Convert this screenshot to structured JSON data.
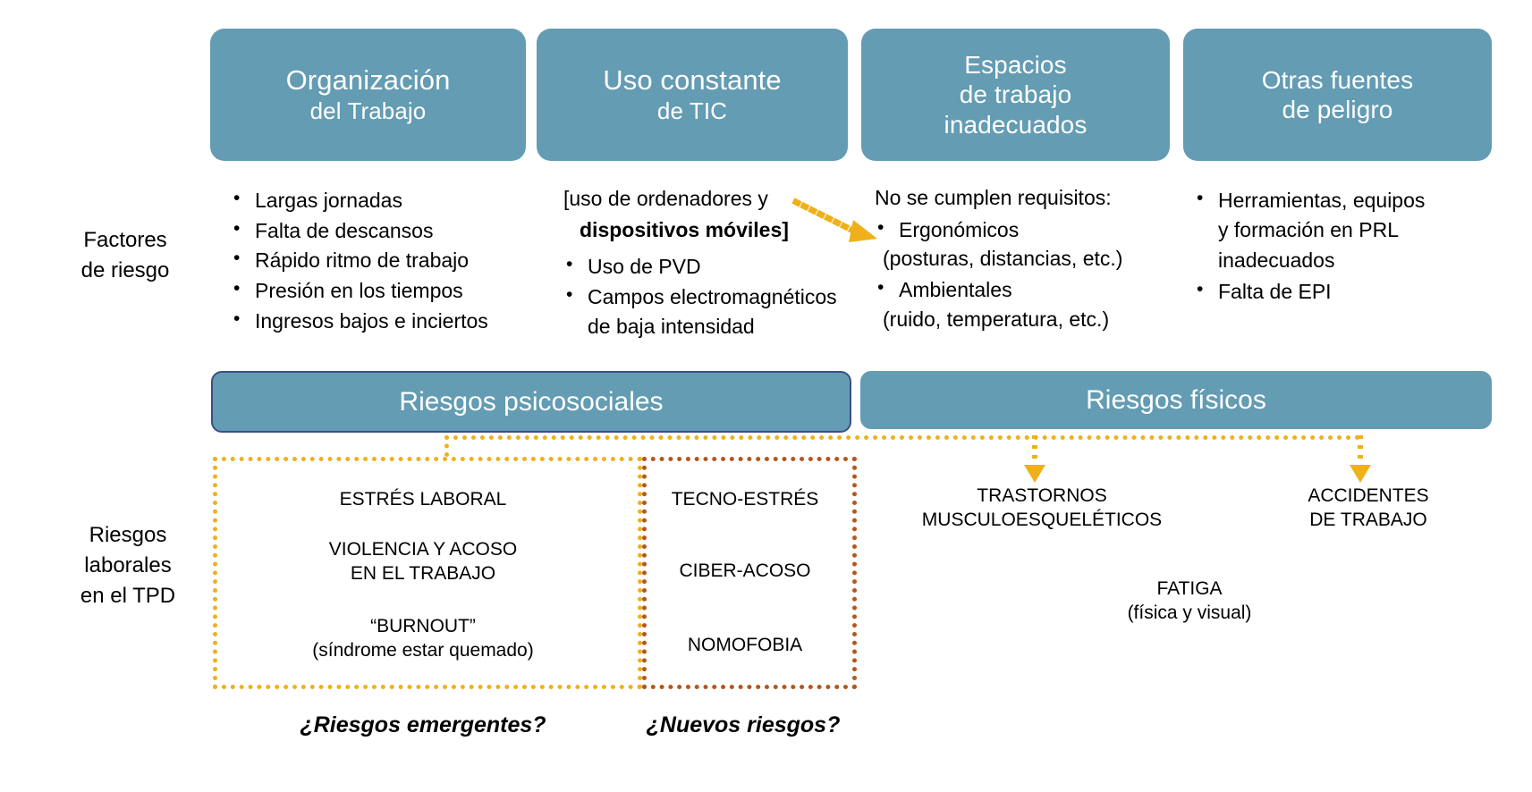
{
  "diagram": {
    "title_hidden": "Riesgos laborales en el Trabajo a Distancia",
    "colors": {
      "box_fill": "#639cb3",
      "box_border_navy": "#3b4f86",
      "dotted_yellow": "#eeb11c",
      "dotted_brown": "#b5561d",
      "text_dark": "#000000",
      "text_light": "#ffffff"
    }
  },
  "row_labels": {
    "factors": "Factores\nde riesgo",
    "factors_line1": "Factores",
    "factors_line2": "de riesgo",
    "risks_line1": "Riesgos",
    "risks_line2": "laborales",
    "risks_line3": "en el TPD"
  },
  "categories": [
    {
      "id": "organizacion-del-trabajo",
      "line1": "Organización",
      "line2": "del Trabajo",
      "line3": ""
    },
    {
      "id": "uso-constante-de-tic",
      "line1": "Uso constante",
      "line2": "de TIC",
      "line3": ""
    },
    {
      "id": "espacios-de-trabajo-inadecuados",
      "line1": "Espacios",
      "line2": "de trabajo",
      "line3": "inadecuados"
    },
    {
      "id": "otras-fuentes-de-peligro",
      "line1": "Otras fuentes",
      "line2": "de peligro",
      "line3": ""
    }
  ],
  "factor_columns": {
    "organizacion": {
      "bullets": [
        "Largas jornadas",
        "Falta de descansos",
        "Rápido ritmo de trabajo",
        "Presión en los tiempos",
        "Ingresos bajos e inciertos"
      ]
    },
    "tic": {
      "intro_line1": "[uso de ordenadores y",
      "intro_line2_bold": "dispositivos móviles]",
      "bullets": [
        {
          "main": "Uso de PVD",
          "sub": ""
        },
        {
          "main": "Campos electromagnéticos",
          "sub": "de baja intensidad"
        }
      ]
    },
    "espacios": {
      "intro": "No se cumplen requisitos:",
      "bullets": [
        {
          "main": "Ergonómicos",
          "sub": "(posturas, distancias, etc.)"
        },
        {
          "main": "Ambientales",
          "sub": "(ruido, temperatura, etc.)"
        }
      ]
    },
    "otras": {
      "bullets": [
        {
          "main": "Herramientas, equipos",
          "sub1": "y formación en PRL",
          "sub2": "inadecuados"
        },
        {
          "main": "Falta de EPI",
          "sub1": "",
          "sub2": ""
        }
      ]
    }
  },
  "risk_banners": [
    {
      "id": "riesgos-psicosociales",
      "label": "Riesgos psicosociales"
    },
    {
      "id": "riesgos-fisicos",
      "label": "Riesgos físicos"
    }
  ],
  "psychosocial_risks": {
    "items": [
      {
        "main": "ESTRÉS LABORAL",
        "sub": ""
      },
      {
        "main": "VIOLENCIA Y ACOSO",
        "sub": "EN EL TRABAJO"
      },
      {
        "main": "“BURNOUT”",
        "sub": "(síndrome estar quemado)"
      }
    ],
    "caption": "¿Riesgos emergentes?"
  },
  "techno_risks": {
    "items": [
      {
        "main": "TECNO-ESTRÉS",
        "sub": ""
      },
      {
        "main": "CIBER-ACOSO",
        "sub": ""
      },
      {
        "main": "NOMOFOBIA",
        "sub": ""
      }
    ],
    "caption": "¿Nuevos riesgos?"
  },
  "physical_risks": {
    "items": [
      {
        "line1": "TRASTORNOS",
        "line2": "MUSCULOESQUELÉTICOS"
      },
      {
        "line1": "ACCIDENTES",
        "line2": "DE TRABAJO"
      }
    ],
    "extra": {
      "line1": "FATIGA",
      "line2": "(física y visual)"
    }
  },
  "connectors": {
    "tic_to_espacios_arrow": "dotted-yellow-arrow",
    "psicosociales_to_boxes": "dotted-yellow-bracket",
    "fisicos_to_trastornos": "dotted-yellow-down-arrow",
    "fisicos_to_accidentes": "dotted-yellow-down-arrow"
  }
}
